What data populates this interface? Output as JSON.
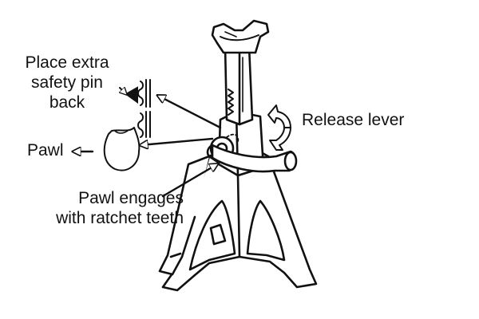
{
  "labels": {
    "safety_pin": "Place extra\nsafety pin\nback",
    "pawl": "Pawl",
    "release_lever": "Release lever",
    "pawl_engages": "Pawl engages\nwith ratchet teeth"
  },
  "colors": {
    "ink": "#111111",
    "paper": "#ffffff"
  },
  "icons": {
    "safety_pin": "safety-pin-icon",
    "pawl": "pawl-icon",
    "rotate": "rotate-arrows-icon",
    "stand": "axle-stand-illustration"
  }
}
